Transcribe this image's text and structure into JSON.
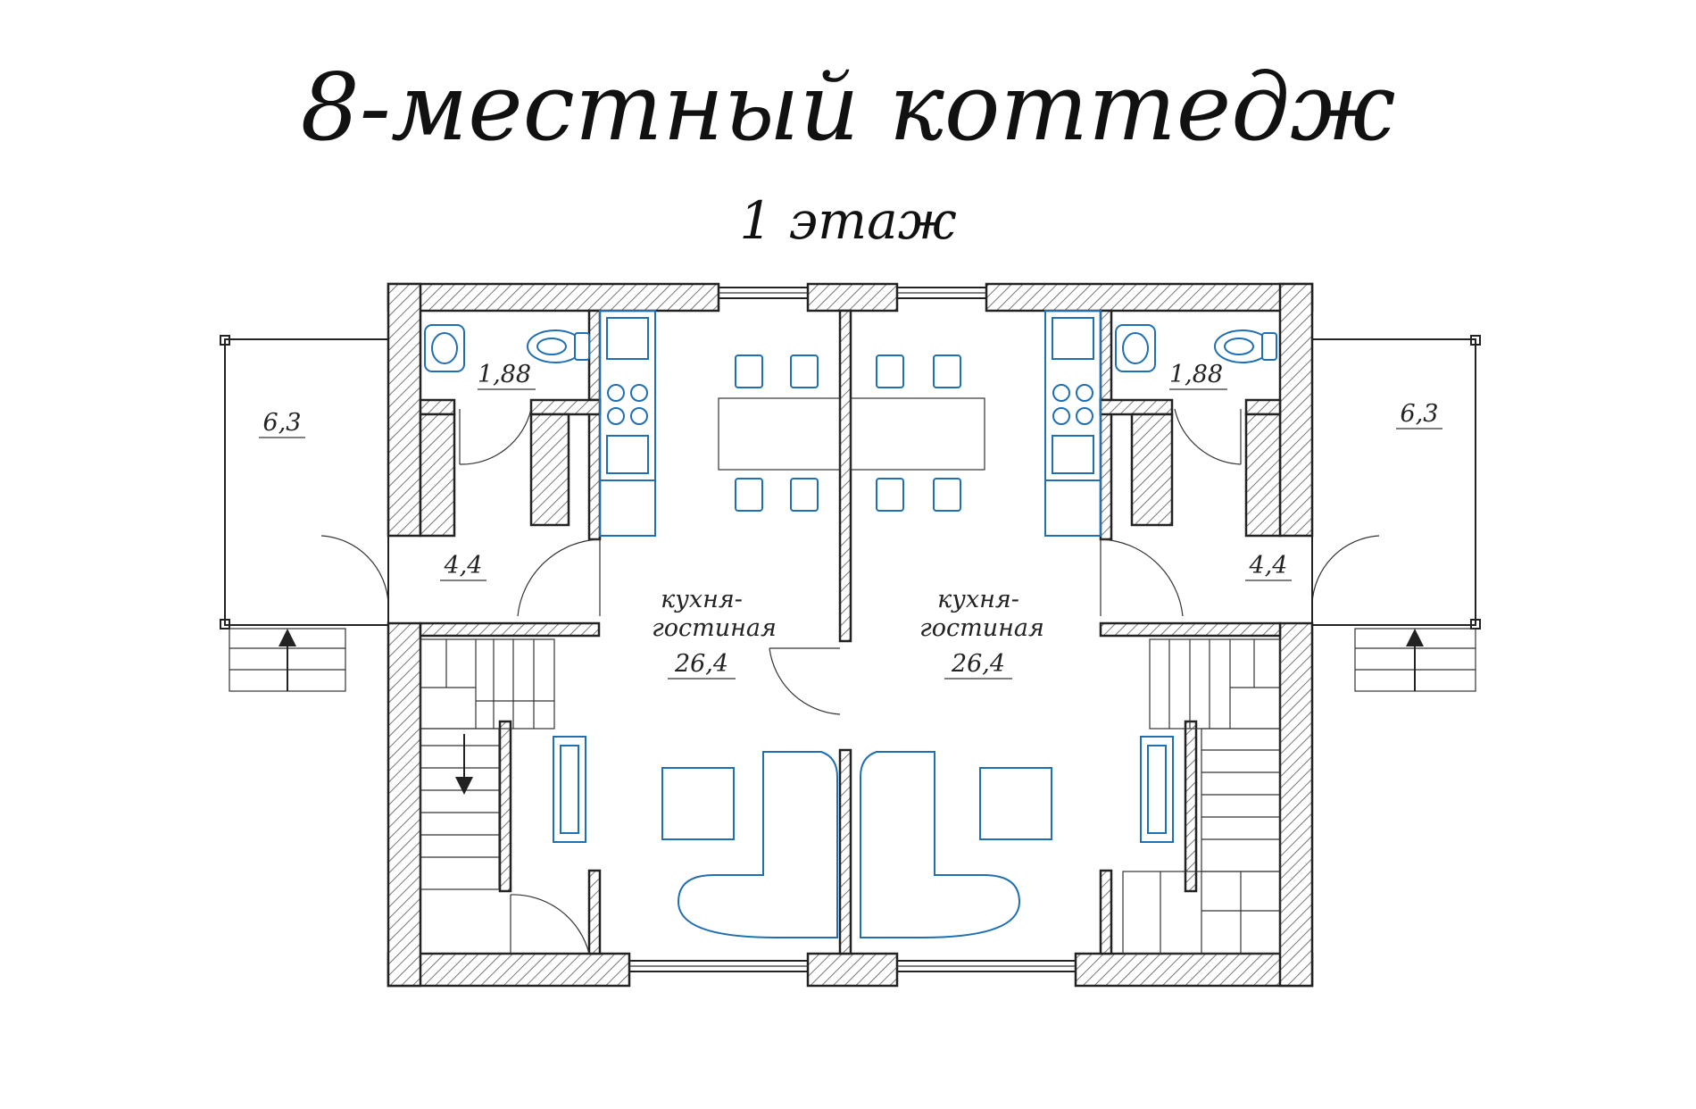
{
  "title": "8-местный коттедж",
  "subtitle": "1 этаж",
  "rooms": {
    "bath_left": "1,88",
    "bath_right": "1,88",
    "terrace_left": "6,3",
    "terrace_right": "6,3",
    "hall_left": "4,4",
    "hall_right": "4,4",
    "living_left": {
      "line1": "кухня-",
      "line2": "гостиная",
      "area": "26,4"
    },
    "living_right": {
      "line1": "кухня-",
      "line2": "гостиная",
      "area": "26,4"
    }
  },
  "colors": {
    "walls": "#222222",
    "furniture": "#1f6fb2",
    "background": "#ffffff"
  },
  "icons": [
    "toilet-icon",
    "sink-icon",
    "stove-icon",
    "chair-icon",
    "bathtub-icon",
    "armchair-icon",
    "stair-arrow-icon"
  ]
}
